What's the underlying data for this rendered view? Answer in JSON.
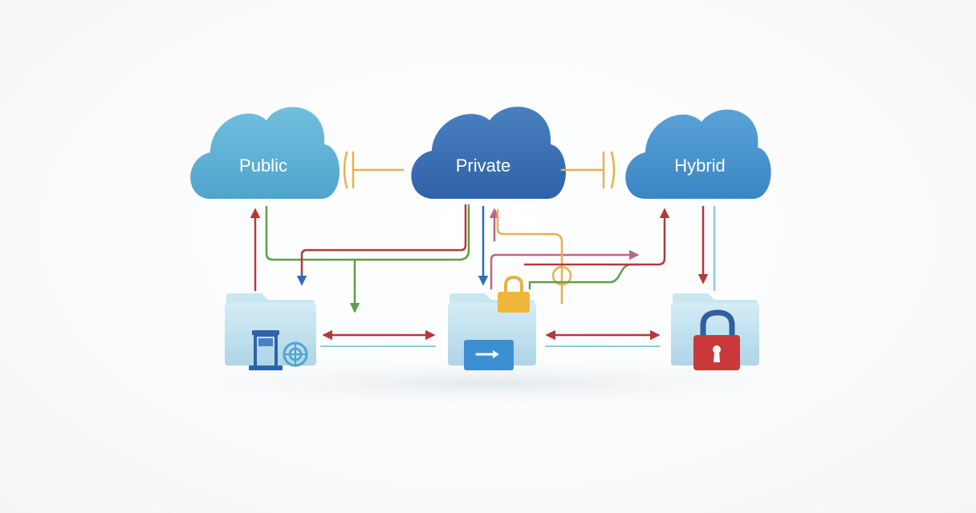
{
  "clouds": [
    {
      "id": "public",
      "label": "Public",
      "color": "#63b3d6",
      "color_dark": "#4a9cc3"
    },
    {
      "id": "private",
      "label": "Private",
      "color": "#3d72b4",
      "color_dark": "#2e5f9e"
    },
    {
      "id": "hybrid",
      "label": "Hybrid",
      "color": "#4d95cf",
      "color_dark": "#3a7fbb"
    }
  ],
  "folders": [
    {
      "id": "public-folder",
      "icon": "server-network-icon"
    },
    {
      "id": "private-folder",
      "icon": "transfer-arrow-icon"
    },
    {
      "id": "hybrid-folder",
      "icon": "padlock-icon"
    }
  ],
  "colors": {
    "red": "#b5383a",
    "green": "#5e9e4a",
    "blue": "#2f6cba",
    "orange": "#e8b04a",
    "pink": "#b8668a",
    "cyan": "#8fcbe0",
    "folder": "#bfe0ee",
    "folder_dark": "#9ccbe0"
  }
}
